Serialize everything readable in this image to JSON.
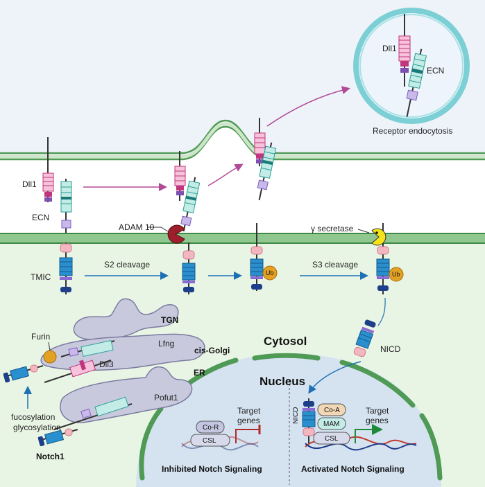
{
  "labels": {
    "receptor_endocytosis": "Receptor endocytosis",
    "dll1_vesicle": "Dll1",
    "ecn_vesicle": "ECN",
    "dll1": "Dll1",
    "ecn": "ECN",
    "adam10": "ADAM 10",
    "gamma_secretase": "γ secretase",
    "tmic": "TMIC",
    "s2_cleavage": "S2 cleavage",
    "s3_cleavage": "S3 cleavage",
    "ub1": "Ub",
    "ub2": "Ub",
    "tgn": "TGN",
    "cis_golgi": "cis-Golgi",
    "er": "ER",
    "lfng": "Lfng",
    "dll3": "Dll3",
    "pofut1": "Pofut1",
    "furin": "Furin",
    "fucosylation": "fucosylation",
    "glycosylation": "glycosylation",
    "notch1": "Notch1",
    "cytosol": "Cytosol",
    "nucleus": "Nucleus",
    "nicd_cyto": "NICD",
    "nicd_nuc": "NICD",
    "co_r": "Co-R",
    "csl_left": "CSL",
    "csl_right": "CSL",
    "co_a": "Co-A",
    "mam": "MAM",
    "target_genes_left_1": "Target",
    "target_genes_left_2": "genes",
    "target_genes_right_1": "Target",
    "target_genes_right_2": "genes",
    "inhibited": "Inhibited Notch Signaling",
    "activated": "Activated Notch Signaling"
  },
  "colors": {
    "extracellular": "#eef2f9",
    "membrane": "#4f9a55",
    "cytosol": "#e9f5e4",
    "nucleus": "#d5e3f1",
    "notch_blue": "#1e6fb3",
    "notch_teal": "#a4dfd8",
    "dll_pink": "#f2a6c9",
    "pink_dark": "#c0357d",
    "lavender": "#b8a6de",
    "adam_red": "#9c1f2b",
    "ub_orange": "#e3a124",
    "secretase_yellow": "#f5e31a"
  }
}
